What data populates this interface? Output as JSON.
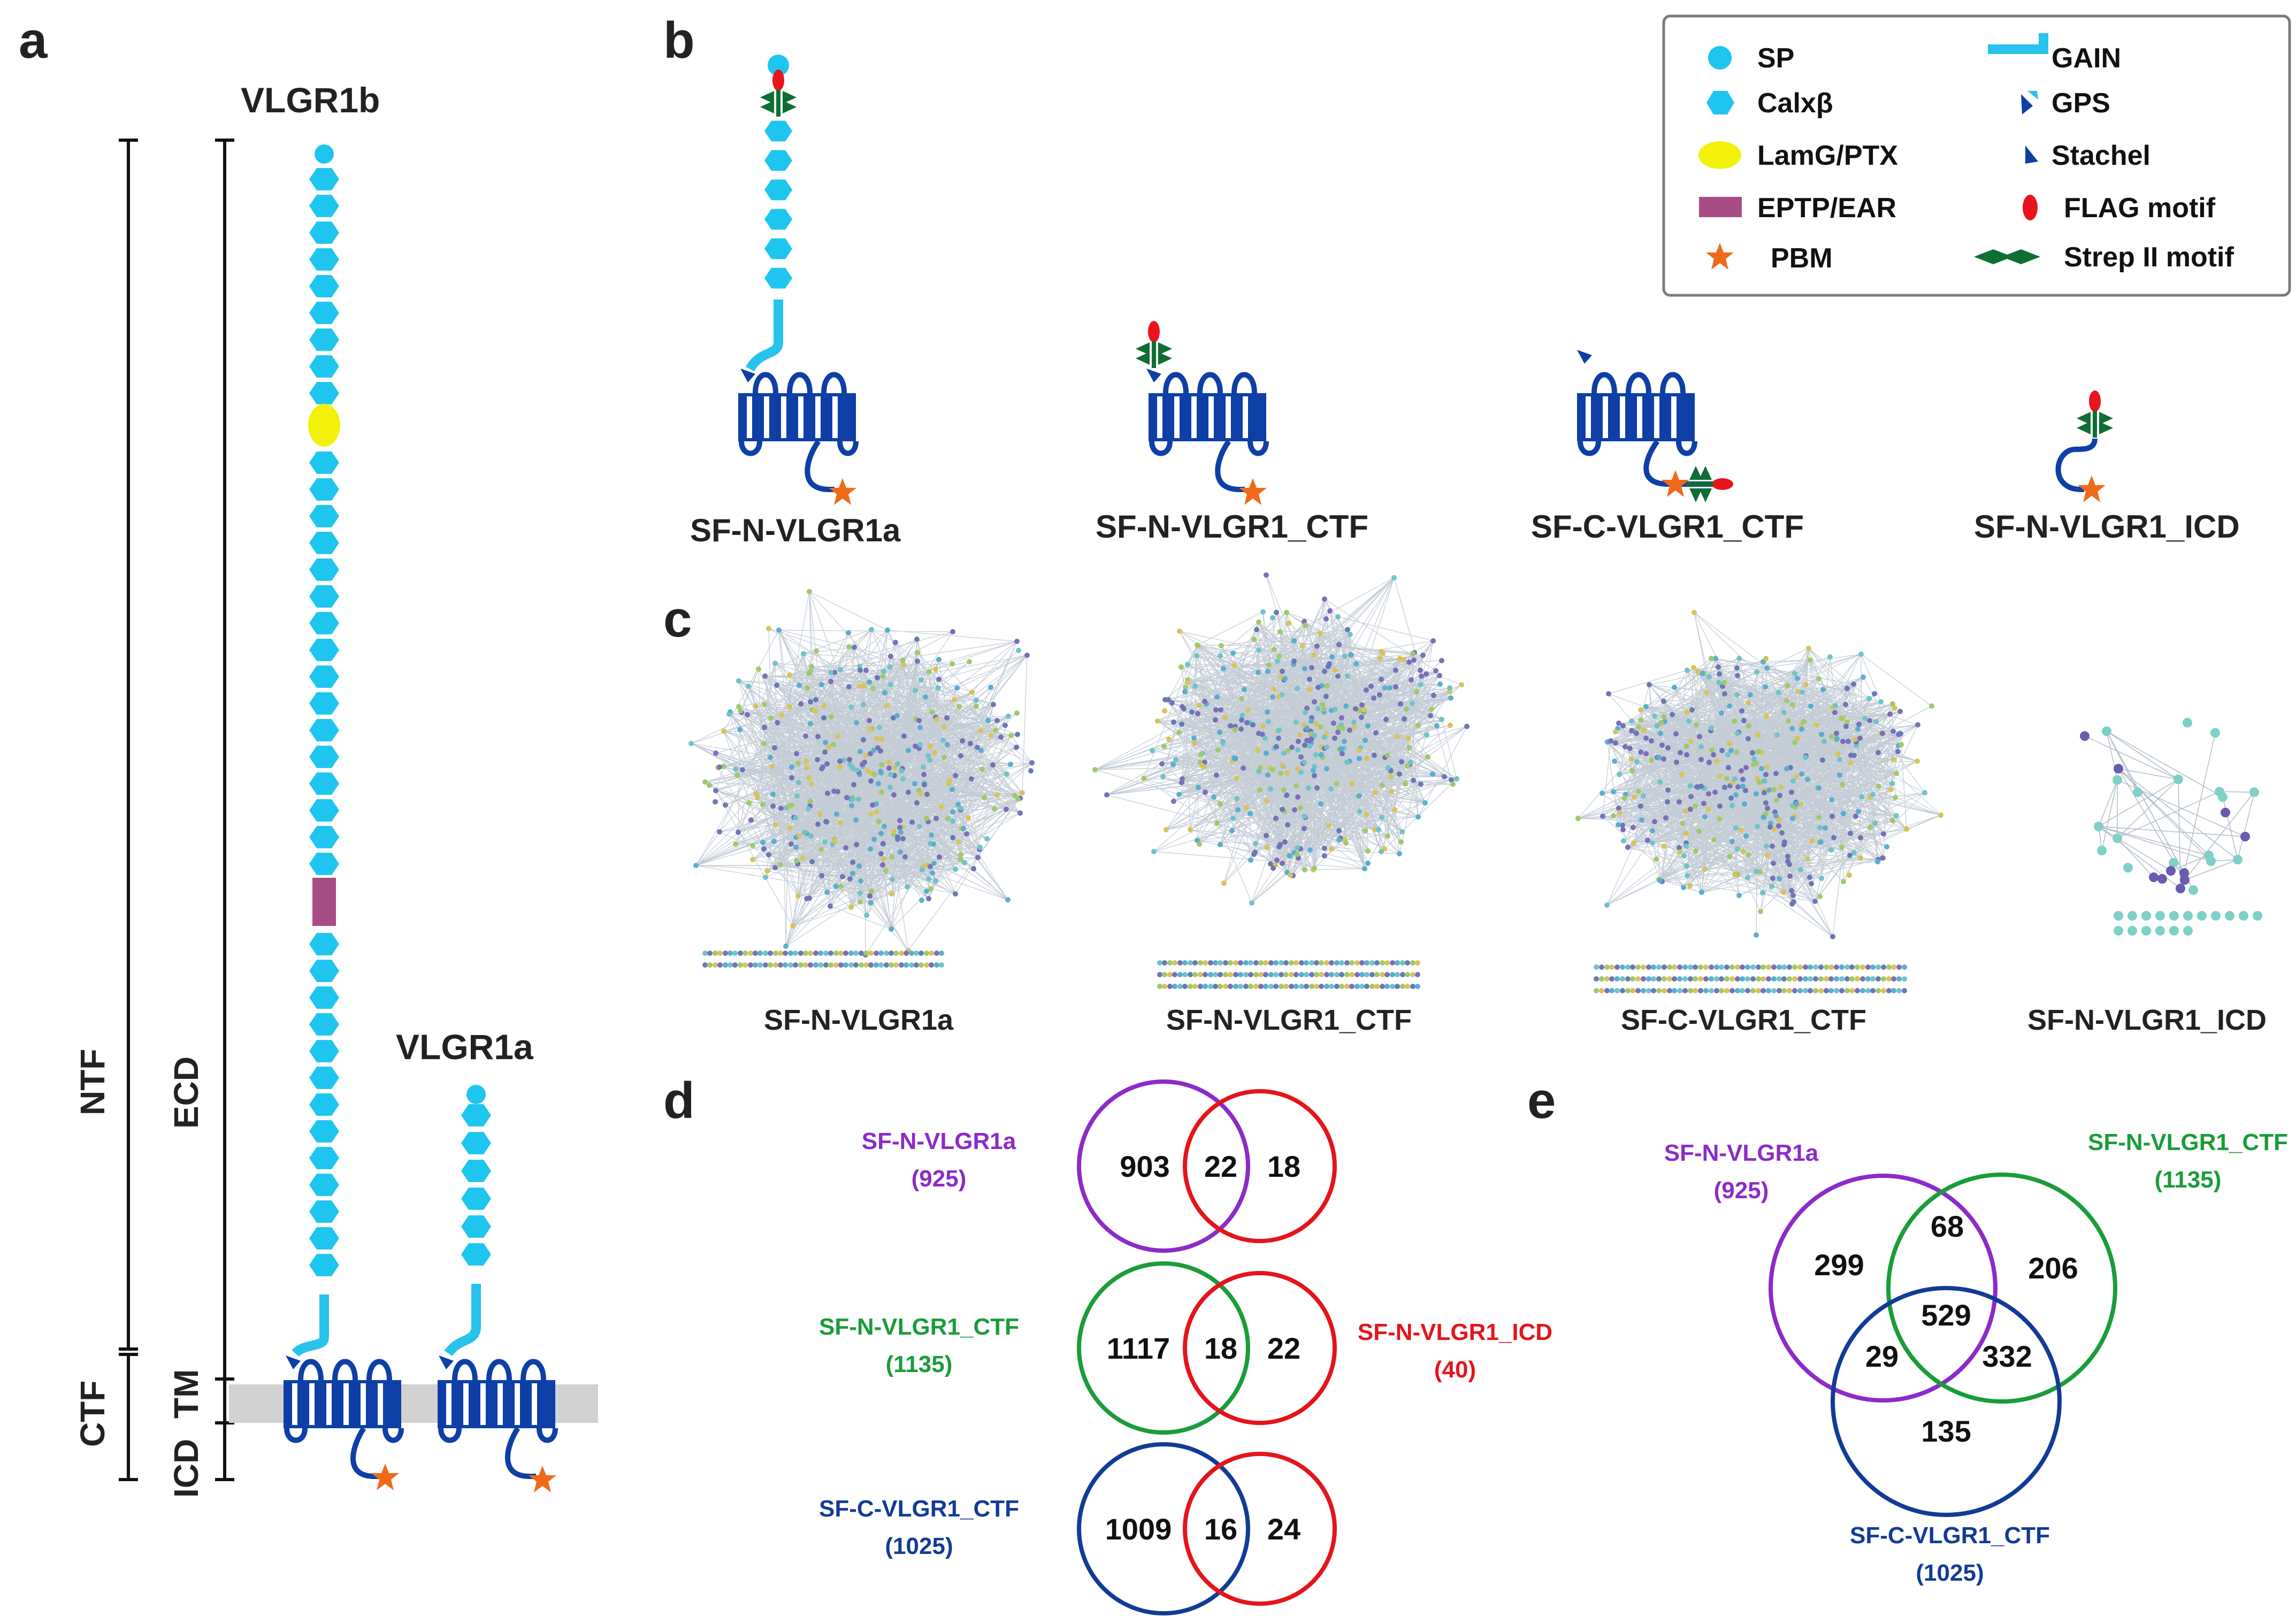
{
  "panels": {
    "a": "a",
    "b": "b",
    "c": "c",
    "d": "d",
    "e": "e"
  },
  "panel_a": {
    "vlgr1b": "VLGR1b",
    "vlgr1a": "VLGR1a",
    "ntf": "NTF",
    "ctf": "CTF",
    "ecd": "ECD",
    "tm": "TM",
    "icd": "ICD"
  },
  "legend": {
    "sp": "SP",
    "calx": "Calxβ",
    "lamg": "LamG/PTX",
    "eptp": "EPTP/EAR",
    "pbm": "PBM",
    "gain": "GAIN",
    "gps": "GPS",
    "stachel": "Stachel",
    "flag": "FLAG motif",
    "strep": "Strep II motif"
  },
  "panel_b": {
    "c1": "SF-N-VLGR1a",
    "c2": "SF-N-VLGR1_CTF",
    "c3": "SF-C-VLGR1_CTF",
    "c4": "SF-N-VLGR1_ICD"
  },
  "panel_c": {
    "n1": "SF-N-VLGR1a",
    "n2": "SF-N-VLGR1_CTF",
    "n3": "SF-C-VLGR1_CTF",
    "n4": "SF-N-VLGR1_ICD"
  },
  "panel_d": {
    "names": {
      "n1": "SF-N-VLGR1a",
      "c1": "(925)",
      "n2": "SF-N-VLGR1_CTF",
      "c2": "(1135)",
      "n3": "SF-C-VLGR1_CTF",
      "c3": "(1025)",
      "icd": "SF-N-VLGR1_ICD",
      "icd_count": "(40)"
    },
    "venn1": {
      "left": "903",
      "mid": "22",
      "right": "18"
    },
    "venn2": {
      "left": "1117",
      "mid": "18",
      "right": "22"
    },
    "venn3": {
      "left": "1009",
      "mid": "16",
      "right": "24"
    }
  },
  "panel_e": {
    "names": {
      "n1": "SF-N-VLGR1a",
      "c1": "(925)",
      "n2": "SF-N-VLGR1_CTF",
      "c2": "(1135)",
      "n3": "SF-C-VLGR1_CTF",
      "c3": "(1025)"
    },
    "regions": {
      "only_a": "299",
      "a_b": "68",
      "only_b": "206",
      "all": "529",
      "a_c": "29",
      "b_c": "332",
      "only_c": "135"
    }
  },
  "colors": {
    "calx": "#1ec6ef",
    "gain": "#27c3ec",
    "tm": "#0d3fa6",
    "lamg": "#f4f10a",
    "eptp": "#a84c88",
    "pbm": "#f06a1a",
    "flag": "#e8141b",
    "strep": "#0e6e34",
    "purple": "#8c2bc8",
    "green": "#1a9c3a",
    "red": "#e5141b",
    "blue": "#123b96",
    "membrane": "#d2d2d2"
  }
}
